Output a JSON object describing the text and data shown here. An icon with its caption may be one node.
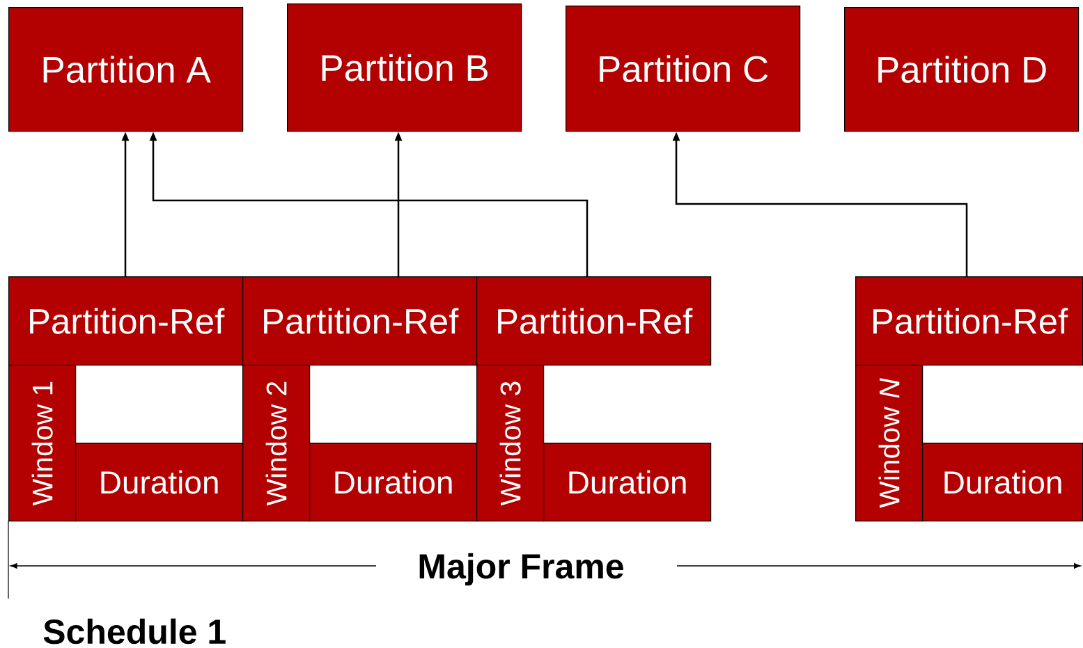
{
  "diagram": {
    "nodes": [
      {
        "text": [
          "Partition A"
        ]
      },
      {
        "text": [
          "Partition B"
        ]
      },
      {
        "text": [
          "Partition C"
        ]
      },
      {
        "text": [
          "Partition D"
        ]
      },
      {
        "text": [
          "Partition-Ref"
        ]
      },
      {
        "text": [
          "Window 1"
        ]
      },
      {
        "text": [
          "Duration"
        ]
      },
      {
        "text": [
          "Partition-Ref"
        ]
      },
      {
        "text": [
          "Window 2"
        ]
      },
      {
        "text": [
          "Duration"
        ]
      },
      {
        "text": [
          "Partition-Ref"
        ]
      },
      {
        "text": [
          "Window 3"
        ]
      },
      {
        "text": [
          "Duration"
        ]
      },
      {
        "text": [
          "Partition-Ref"
        ]
      },
      {
        "text": [
          "Window *N*"
        ]
      },
      {
        "text": [
          "Duration"
        ]
      }
    ],
    "edges": [
      {
        "from": 4,
        "to": 0,
        "arrow": "to"
      },
      {
        "from": 7,
        "to": 1,
        "arrow": "to"
      },
      {
        "from": 10,
        "to": 0,
        "arrow": "to"
      },
      {
        "from": 13,
        "to": 2,
        "arrow": "to"
      }
    ],
    "labels": [
      "Major Frame",
      "Schedule 1"
    ]
  }
}
